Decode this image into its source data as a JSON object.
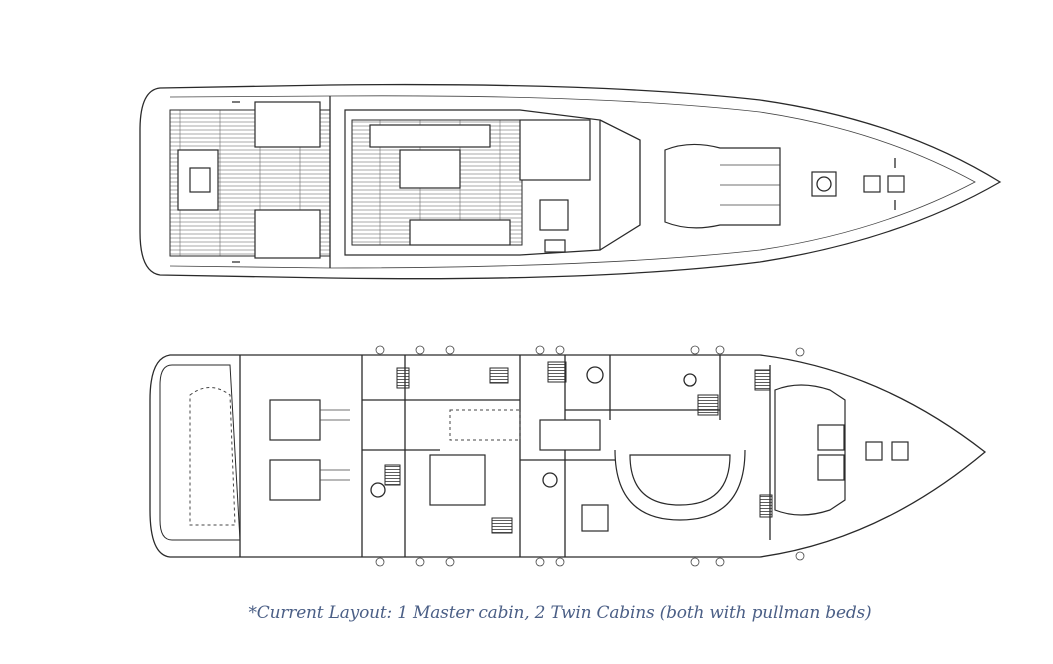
{
  "diagram": {
    "title": "Yacht deck plan",
    "decks": [
      "main-deck-plan",
      "lower-deck-plan"
    ]
  },
  "caption": "*Current Layout: 1 Master cabin, 2 Twin Cabins (both with pullman beds)",
  "colors": {
    "caption": "#4b5f86",
    "lines": "#2a2a2a"
  }
}
